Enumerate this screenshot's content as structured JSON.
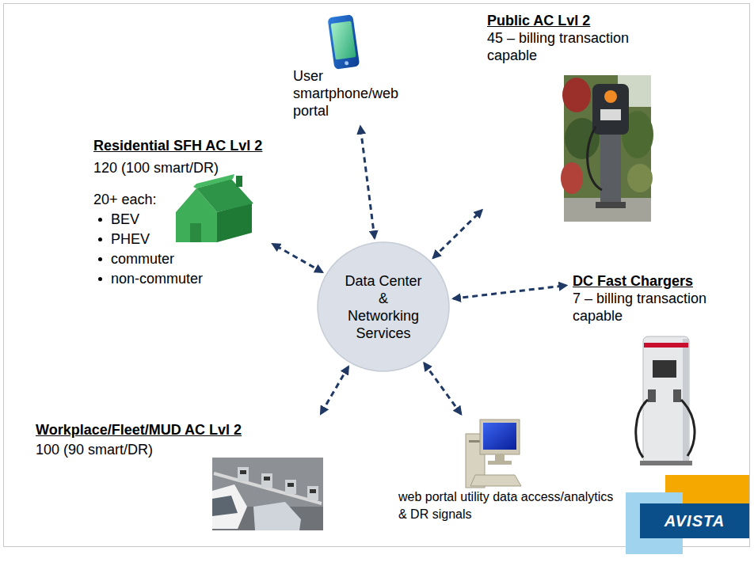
{
  "diagram": {
    "nodes": [
      {
        "text": [
          "User smartphone/web portal"
        ]
      },
      {
        "text": [
          "Public AC Lvl 2",
          "45 – billing transaction capable"
        ]
      },
      {
        "text": [
          "Residential SFH AC Lvl 2",
          "120 (100 smart/DR)",
          "20+ each:",
          "BEV",
          "PHEV",
          "commuter",
          "non-commuter"
        ]
      },
      {
        "text": [
          "Data Center & Networking Services"
        ]
      },
      {
        "text": [
          "DC Fast Chargers",
          "7 – billing transaction capable"
        ]
      },
      {
        "text": [
          "Workplace/Fleet/MUD AC Lvl 2",
          "100 (90 smart/DR)"
        ]
      },
      {
        "text": [
          "web portal utility data access/analytics & DR signals"
        ]
      }
    ],
    "edges": [
      {
        "from": 3,
        "to": 0,
        "arrow": "both"
      },
      {
        "from": 3,
        "to": 1,
        "arrow": "both"
      },
      {
        "from": 3,
        "to": 2,
        "arrow": "both"
      },
      {
        "from": 3,
        "to": 4,
        "arrow": "both"
      },
      {
        "from": 3,
        "to": 5,
        "arrow": "both"
      },
      {
        "from": 3,
        "to": 6,
        "arrow": "both"
      }
    ],
    "labels": [
      "AVISTA"
    ]
  }
}
